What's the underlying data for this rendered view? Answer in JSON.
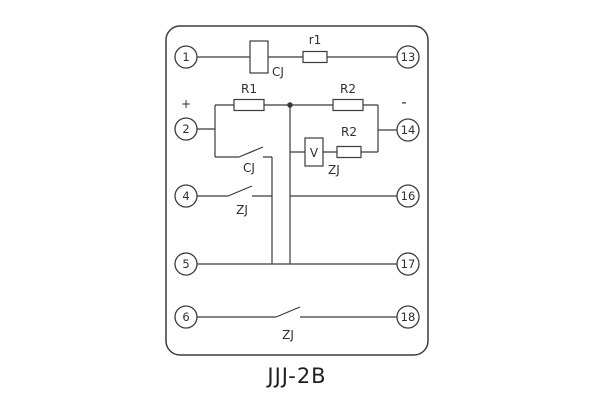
{
  "title": "JJJ-2B",
  "terminals": {
    "left": [
      "1",
      "2",
      "4",
      "5",
      "6"
    ],
    "right": [
      "13",
      "14",
      "16",
      "17",
      "18"
    ]
  },
  "labels": {
    "coil_cj": "CJ",
    "r1": "r1",
    "R1": "R1",
    "R2_top": "R2",
    "R2_mid": "R2",
    "v_element": "V",
    "zj_mid": "ZJ",
    "cj_contact": "CJ",
    "zj_contact_4": "ZJ",
    "zj_contact_6": "ZJ",
    "polarity_plus": "+",
    "polarity_minus": "-"
  },
  "colors": {
    "line": "#3b3b3b",
    "background": "#ffffff"
  }
}
